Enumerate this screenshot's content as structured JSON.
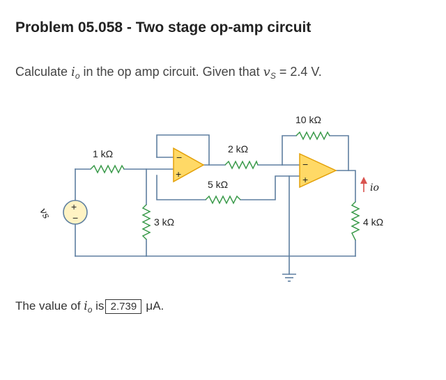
{
  "problem": {
    "title": "Problem 05.058 - Two stage op-amp circuit",
    "question_prefix": "Calculate ",
    "question_var": "i",
    "question_var_sub": "o",
    "question_mid": " in the op amp circuit. Given that ",
    "given_var": "v",
    "given_var_sub": "S",
    "given_value": " = 2.4 V."
  },
  "circuit": {
    "r1": "1 kΩ",
    "r2": "2 kΩ",
    "r3": "5 kΩ",
    "r4": "3 kΩ",
    "r5": "10 kΩ",
    "r6": "4 kΩ",
    "source_label": "vs",
    "current_label": "io",
    "plus_sign": "+",
    "minus_sign": "−",
    "colors": {
      "wire": "#5e7fa0",
      "opamp_fill": "#ffd966",
      "opamp_stroke": "#e3a008",
      "resistor": "#3a9a4a",
      "source_fill": "#fff3c4",
      "arrow": "#d9534f"
    }
  },
  "answer": {
    "prefix": "The value of ",
    "var": "i",
    "var_sub": "o",
    "is": " is",
    "value": "2.739",
    "unit": "μA."
  }
}
